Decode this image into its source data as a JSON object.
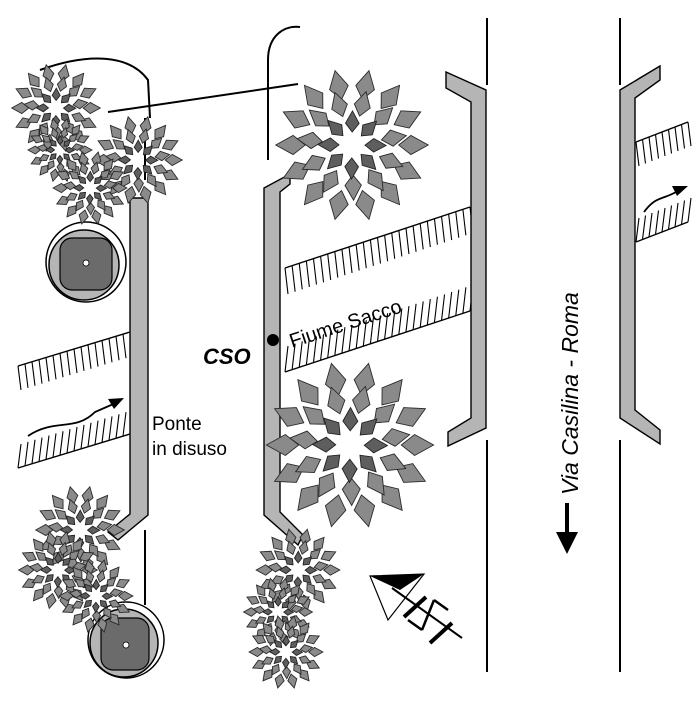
{
  "labels": {
    "river": "Fiume Sacco",
    "cso": "CSO",
    "bridge_line1": "Ponte",
    "bridge_line2": "in disuso",
    "road": "Via Casilina - Roma"
  },
  "icons": {
    "north": "north-arrow-icon",
    "direction": "arrow-down-icon",
    "flow": "flow-arrow-icon",
    "tree": "tree-icon",
    "roundabout": "roundabout-icon"
  },
  "colors": {
    "bridge_fill": "#b5b5b5",
    "tree_leaf": "#8a8a8a",
    "tree_leaf_dark": "#5e5e5e",
    "lines": "#000000"
  }
}
